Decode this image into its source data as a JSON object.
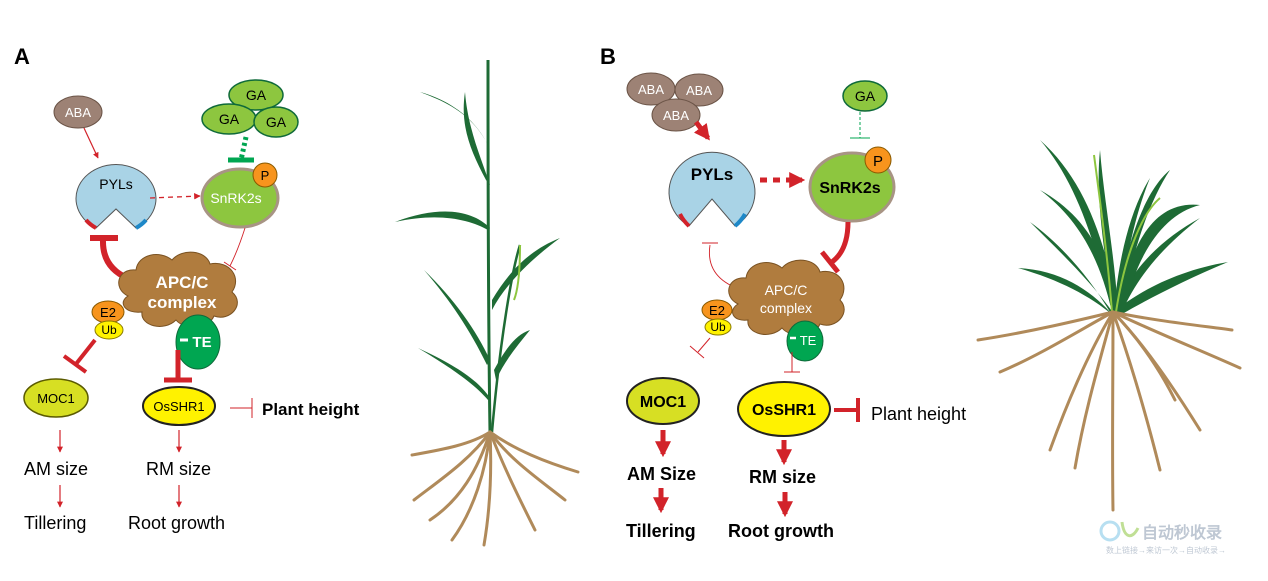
{
  "panels": {
    "A": {
      "label": "A",
      "aba": [
        "ABA"
      ],
      "ga": [
        "GA",
        "GA",
        "GA"
      ],
      "pyls": "PYLs",
      "snrk2s": "SnRK2s",
      "phospho": "P",
      "apcc_line1": "APC/C",
      "apcc_line2": "complex",
      "e2": "E2",
      "ub": "Ub",
      "te": "TE",
      "moc1": "MOC1",
      "osshr1": "OsSHR1",
      "plant_height": "Plant height",
      "am_size": "AM size",
      "tillering": "Tillering",
      "rm_size": "RM size",
      "root_growth": "Root growth"
    },
    "B": {
      "label": "B",
      "aba": [
        "ABA",
        "ABA",
        "ABA"
      ],
      "ga": [
        "GA"
      ],
      "pyls": "PYLs",
      "snrk2s": "SnRK2s",
      "phospho": "P",
      "apcc_line1": "APC/C",
      "apcc_line2": "complex",
      "e2": "E2",
      "ub": "Ub",
      "te": "TE",
      "moc1": "MOC1",
      "osshr1": "OsSHR1",
      "plant_height": "Plant height",
      "am_size": "AM Size",
      "tillering": "Tillering",
      "rm_size": "RM size",
      "root_growth": "Root growth"
    }
  },
  "watermark": {
    "title": "自动秒收录",
    "subtitle": "数上链接→来访一次→自动收录→"
  },
  "colors": {
    "red": "#d2232a",
    "aba": "#9d8275",
    "ga_green": "#8dc63f",
    "ga_border": "#0f6a3a",
    "pyls_blue": "#a9d3e6",
    "apcc_brown": "#b07c3e",
    "e2_orange": "#f7941d",
    "ub_yellow": "#fff200",
    "te_green": "#00a651",
    "moc_yellow": "#d7df23",
    "shr_yellow": "#fff200",
    "plant_green": "#1e6b35",
    "root_brown": "#b08a5a"
  }
}
